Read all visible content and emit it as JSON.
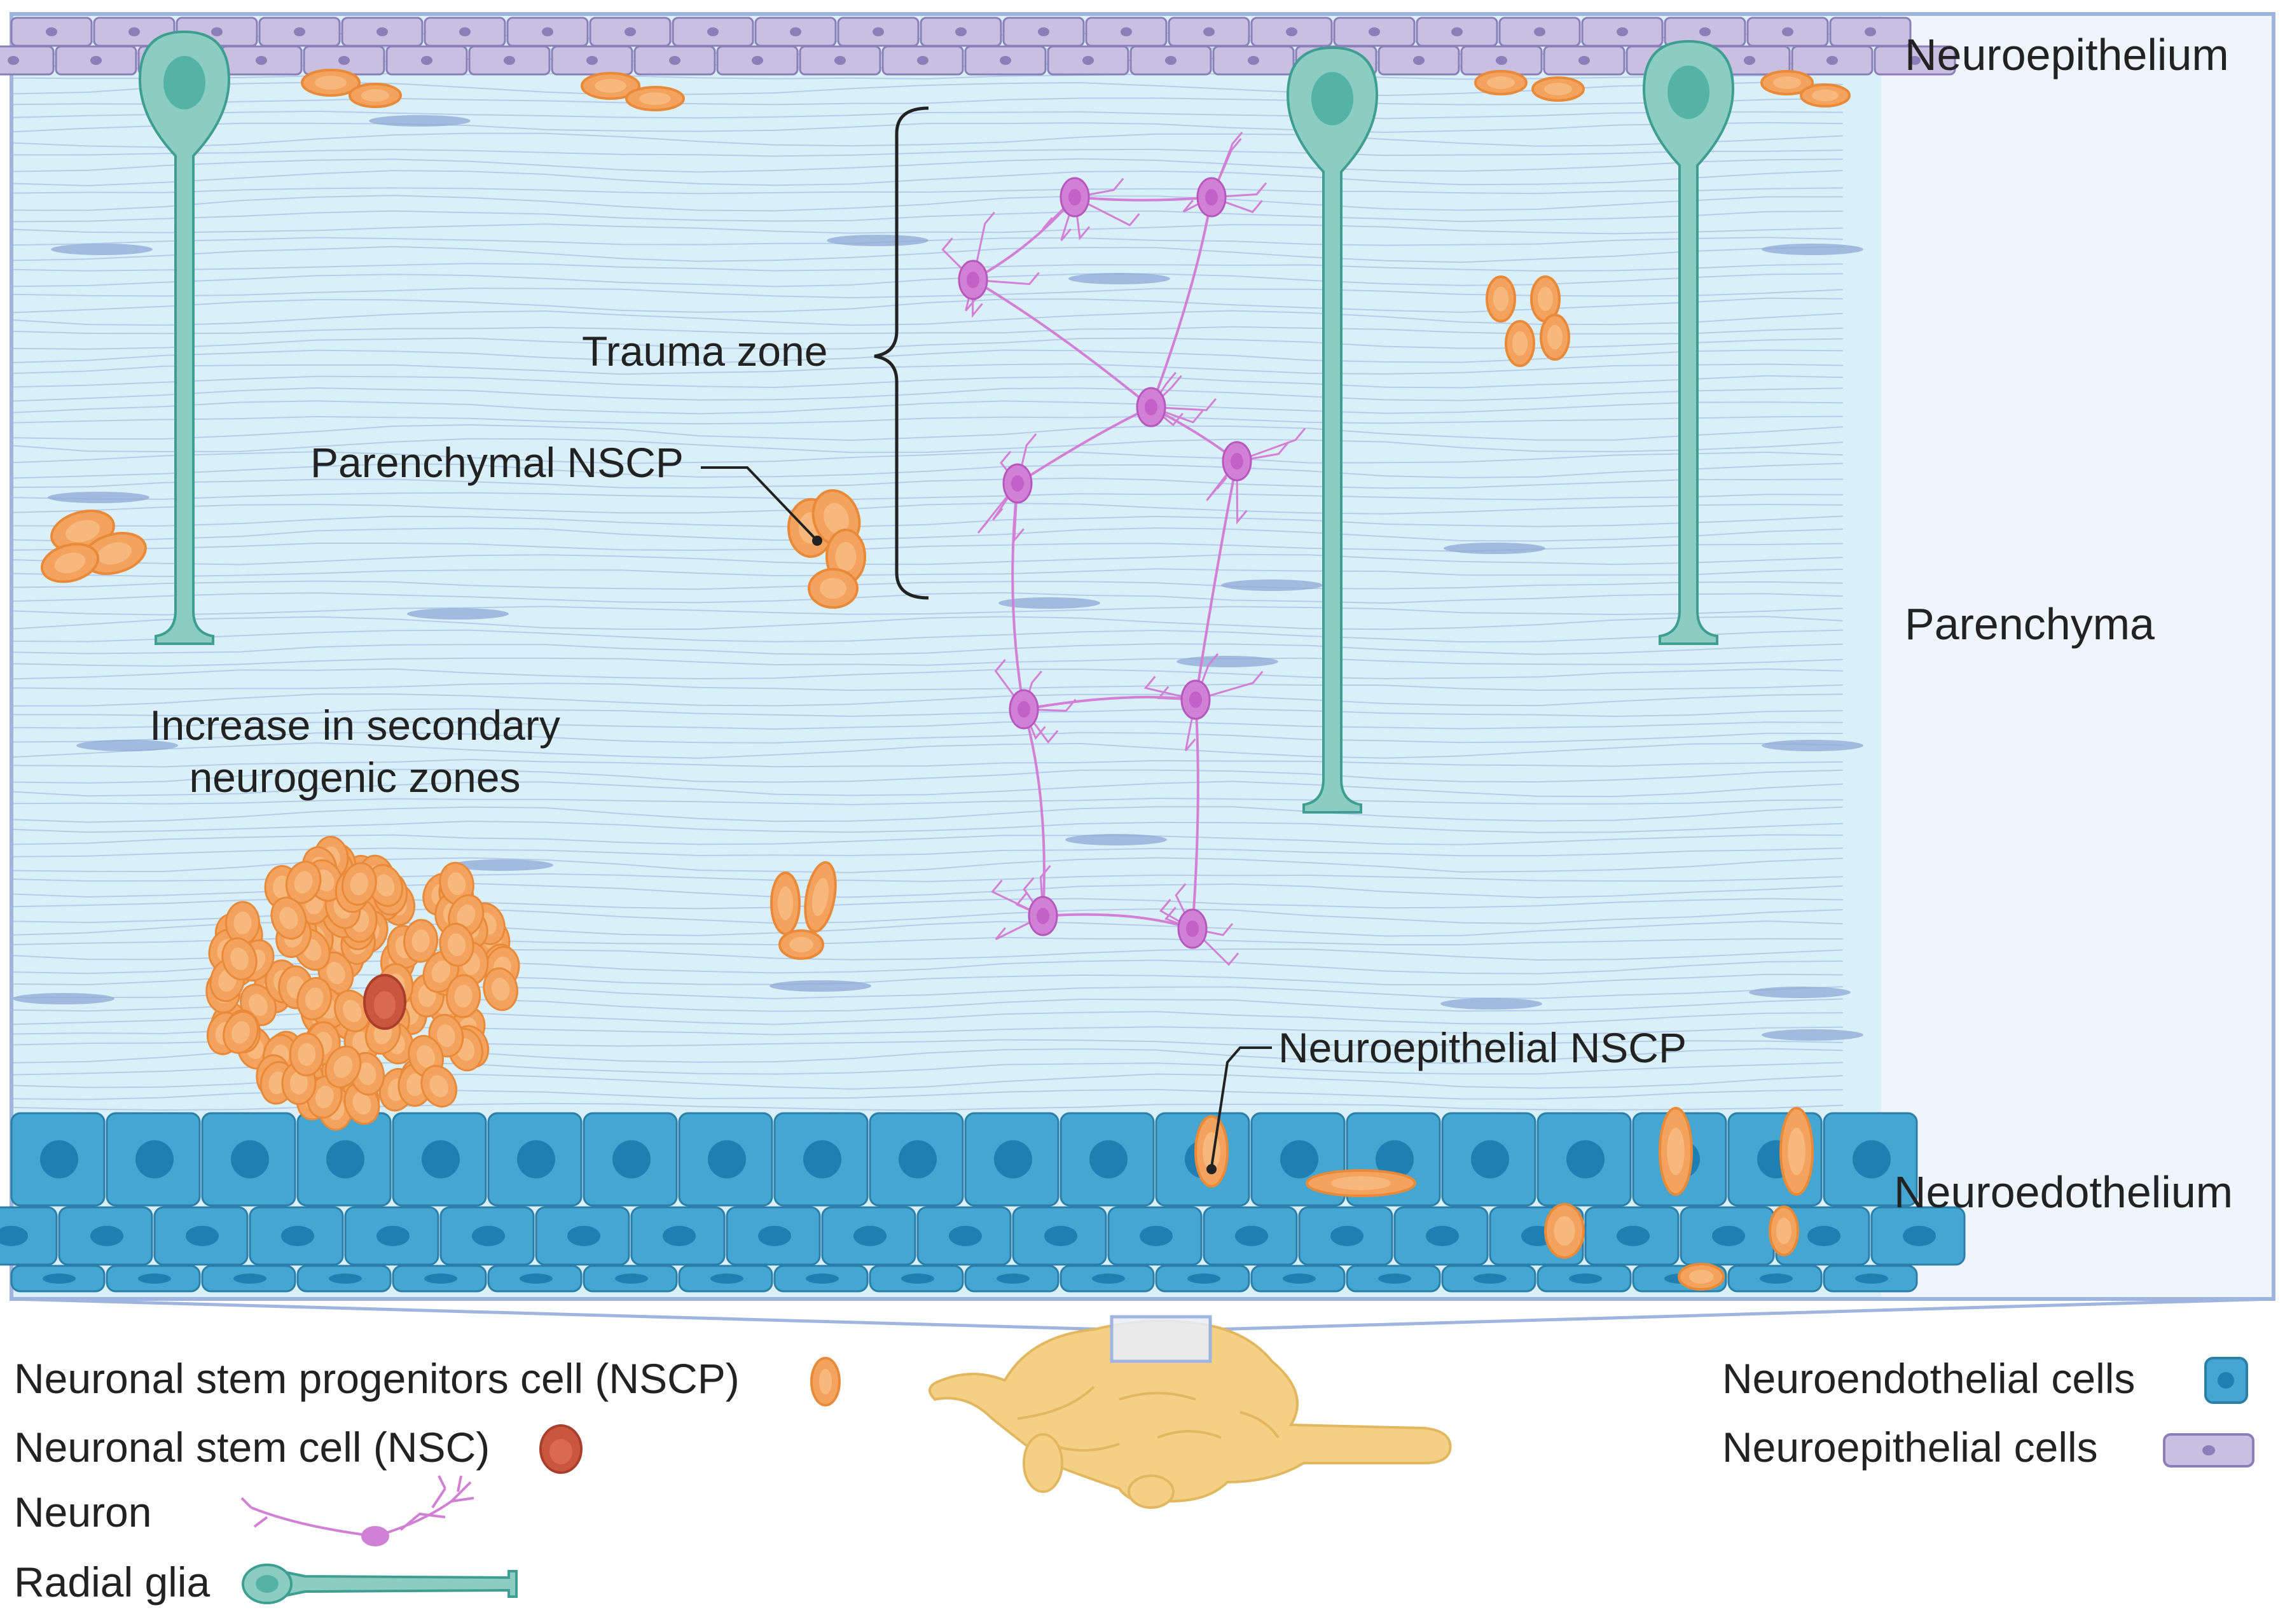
{
  "layers": {
    "neuroepithelium": "Neuroepithelium",
    "parenchyma": "Parenchyma",
    "neuroendothelium": "Neuroedothelium"
  },
  "annotations": {
    "trauma_zone": "Trauma zone",
    "parenchymal_nscp": "Parenchymal NSCP",
    "secondary_zones_line1": "Increase in secondary",
    "secondary_zones_line2": "neurogenic zones",
    "neuroepithelial_nscp": "Neuroepithelial NSCP"
  },
  "legend": {
    "nscp": "Neuronal stem progenitors cell (NSCP)",
    "nsc": "Neuronal stem cell (NSC)",
    "neuron": "Neuron",
    "radial_glia": "Radial glia",
    "neuroendothelial_cells": "Neuroendothelial cells",
    "neuroepithelial_cells": "Neuroepithelial cells"
  },
  "colors": {
    "parenchyma_bg": "#daf0f8",
    "fiber": "#a9c4e6",
    "neuroepithelium_cell": "#c9bfe0",
    "neuroendothelium_cell": "#45a6d2",
    "nucleus_blue": "#1f7fb3",
    "nscp": "#f3a35e",
    "nsc": "#c9573e",
    "neuron": "#d27fd6",
    "radial_glia": "#8ccdc3",
    "brain": "#f4cf86"
  }
}
